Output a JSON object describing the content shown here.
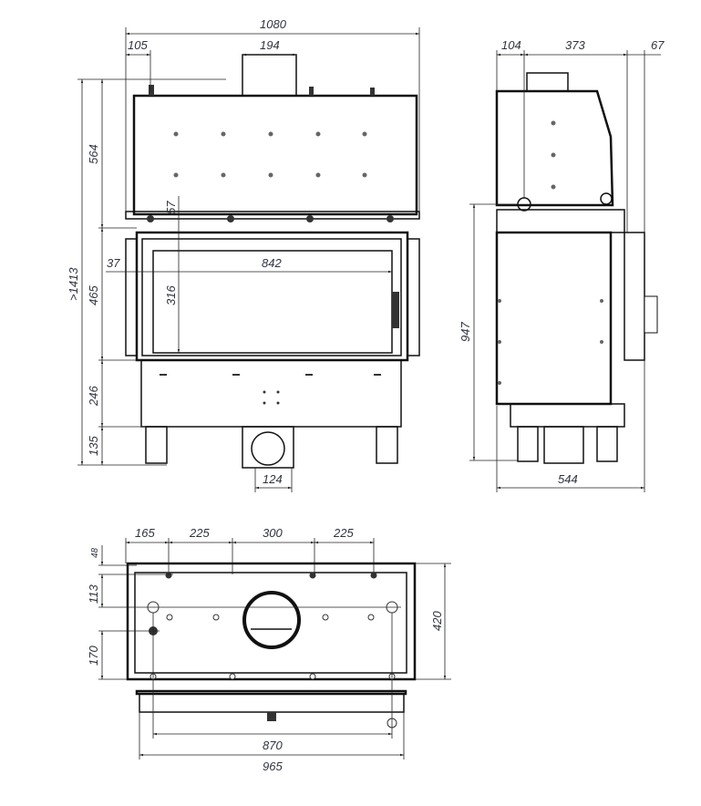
{
  "front_view": {
    "overall_width": "1080",
    "left_offset": "105",
    "flue_width": "194",
    "top_height": "564",
    "total_height": ">1413",
    "door_height": "465",
    "lower_height": "246",
    "leg_height": "135",
    "glass_top_offset": "57",
    "glass_left_offset": "37",
    "glass_width": "842",
    "glass_height": "316",
    "bottom_flue_width": "124"
  },
  "side_view": {
    "front_offset": "104",
    "body_depth": "373",
    "door_depth": "67",
    "height": "947",
    "total_depth": "544"
  },
  "bottom_view": {
    "spacing_1": "165",
    "spacing_2": "225",
    "spacing_3": "300",
    "spacing_4": "225",
    "edge_offset": "48",
    "row_offset": "113",
    "rear_offset": "170",
    "depth": "420",
    "hole_span": "870",
    "overall_width": "965"
  }
}
